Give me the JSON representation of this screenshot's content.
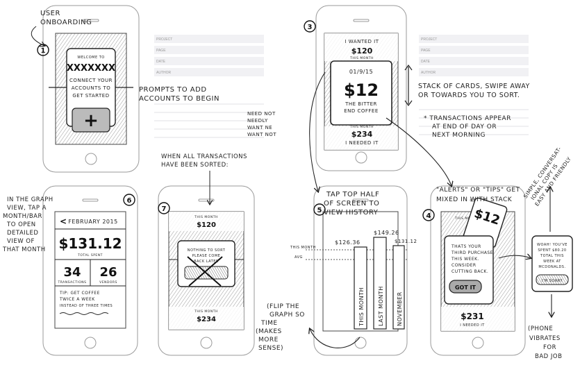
{
  "notes": {
    "user_onboarding": [
      "USER",
      "ONBOARDING"
    ],
    "prompts": [
      "PROMPTS TO ADD",
      "ACCOUNTS TO BEGIN"
    ],
    "need_not": [
      "NEED NOT",
      "NEEDLY",
      "WANT NE",
      "WANT NOT"
    ],
    "stack_cards": [
      "STACK OF CARDS, SWIPE AWAY",
      "OR TOWARDS YOU TO SORT."
    ],
    "transactions_appear": [
      "* TRANSACTIONS APPEAR",
      "AT END OF DAY OR",
      "NEXT MORNING"
    ],
    "graph_view": [
      "IN THE GRAPH",
      "VIEW, TAP A",
      "MONTH/BAR",
      "TO OPEN",
      "DETAILED",
      "VIEW OF",
      "THAT MONTH"
    ],
    "all_sorted": [
      "WHEN ALL TRANSACTIONS",
      "HAVE BEEN SORTED:"
    ],
    "tap_top": [
      "TAP TOP HALF",
      "OF SCREEN TO",
      "VIEW HISTORY"
    ],
    "alerts_tips": [
      "\"ALERTS\" OR \"TIPS\" GET",
      "MIXED IN WITH STACK"
    ],
    "simple_copy": [
      "SIMPLE, CONVERSAT-",
      "IONAL COPY IS",
      "EASY AND FRIENDLY"
    ],
    "flip_graph": [
      "(FLIP THE",
      "GRAPH SO",
      "TIME",
      "(MAKES",
      "MORE",
      "SENSE)"
    ],
    "phone_vibrates": [
      "(PHONE",
      "VIBRATES",
      "FOR",
      "BAD JOB"
    ]
  },
  "step_numbers": [
    "1",
    "3",
    "6",
    "7",
    "5",
    "4"
  ],
  "form_labels": [
    "PROJECT",
    "PAGE",
    "DATE",
    "AUTHOR"
  ],
  "screens": {
    "s1": {
      "welcome": "WELCOME TO",
      "app_name": "XXXXXXX",
      "body": [
        "CONNECT YOUR",
        "ACCOUNTS TO",
        "GET STARTED"
      ],
      "plus": "+"
    },
    "s3": {
      "top_label": "I WANTED IT",
      "top_amount": "$120",
      "top_sub": "THIS MONTH",
      "date": "01/9/15",
      "amount": "$12",
      "merchant": [
        "THE BITTER",
        "END COFFEE"
      ],
      "bottom_sub": "THIS MONTH",
      "bottom_amount": "$234",
      "bottom_label": "I NEEDED IT"
    },
    "s6": {
      "month": "FEBRUARY 2015",
      "total": "$131.12",
      "total_label": "TOTAL SPENT",
      "transactions": "34",
      "transactions_label": "TRANSACTIONS",
      "vendors": "26",
      "vendors_label": "VENDORS",
      "tip": [
        "TIP: GET COFFEE",
        "TWICE A WEEK",
        "INSTEAD OF THREE TIMES"
      ]
    },
    "s7": {
      "top_sub": "THIS MONTH",
      "top_amount": "$120",
      "card": [
        "NOTHING TO SORT",
        "PLEASE COME",
        "BACK LATER"
      ],
      "bottom_sub": "THIS MONTH",
      "bottom_amount": "$234"
    },
    "s5": {
      "this_month_label": "THIS MONTH",
      "avg_label": "AVG",
      "val_a": "$126.36",
      "val_b": "$149.26",
      "val_c": "$131.12",
      "bars": [
        "THIS MONTH",
        "LAST MONTH",
        "NOVEMBER"
      ]
    },
    "s4": {
      "top_sub": "THIS MONTH",
      "card_amount": "$12",
      "tip": [
        "THATS YOUR",
        "THIRD PURCHASE",
        "THIS WEEK.",
        "CONSIDER",
        "CUTTING BACK."
      ],
      "button": "GOT IT",
      "bottom_amount": "$231",
      "bottom_label": "I NEEDED IT"
    },
    "alert": {
      "text": [
        "WOAH! YOU'VE",
        "SPENT $80.20",
        "TOTAL THIS",
        "WEEK AT",
        "MCDONALDS."
      ],
      "button": "I'M SORRY"
    }
  }
}
